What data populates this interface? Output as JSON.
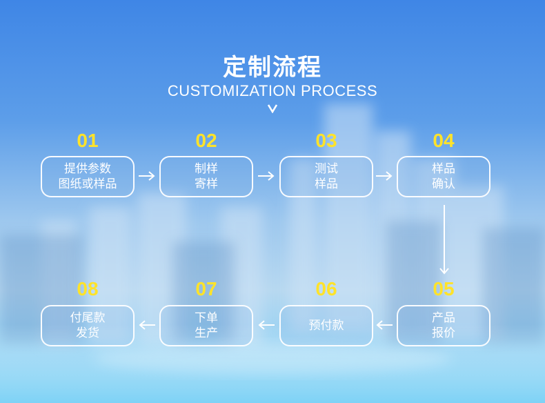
{
  "header": {
    "title": "定制流程",
    "subtitle": "CUSTOMIZATION PROCESS"
  },
  "steps": [
    {
      "num": "01",
      "line1": "提供参数",
      "line2": "图纸或样品"
    },
    {
      "num": "02",
      "line1": "制样",
      "line2": "寄样"
    },
    {
      "num": "03",
      "line1": "测试",
      "line2": "样品"
    },
    {
      "num": "04",
      "line1": "样品",
      "line2": "确认"
    },
    {
      "num": "05",
      "line1": "产品",
      "line2": "报价"
    },
    {
      "num": "06",
      "line1": "预付款",
      "line2": ""
    },
    {
      "num": "07",
      "line1": "下单",
      "line2": "生产"
    },
    {
      "num": "08",
      "line1": "付尾款",
      "line2": "发货"
    }
  ],
  "icons": {
    "header_marker": "chevron-down-icon",
    "flow": "arrow-icon"
  },
  "colors": {
    "number": "#ffe32a",
    "text": "#ffffff",
    "border": "#ffffff"
  }
}
